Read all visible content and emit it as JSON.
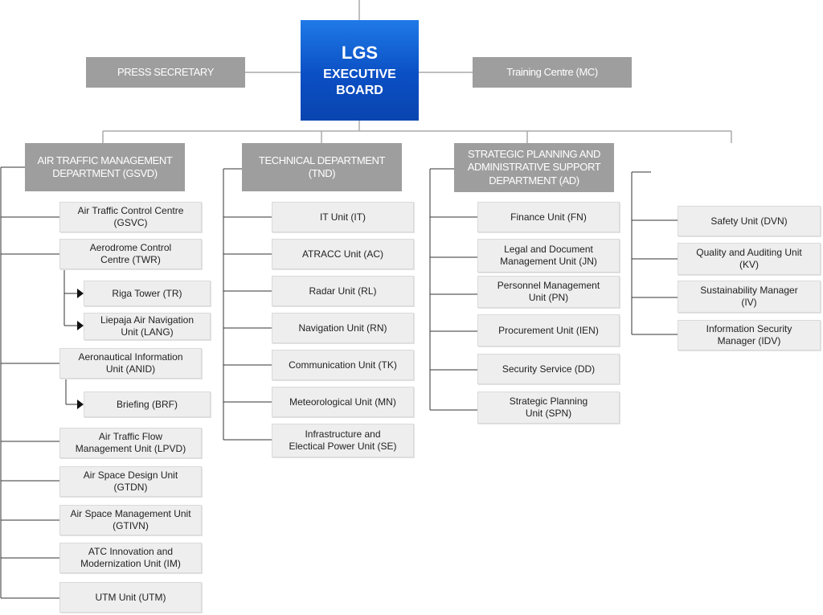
{
  "executive": {
    "line1": "LGS",
    "line2": "EXECUTIVE",
    "line3": "BOARD"
  },
  "press": "PRESS SECRETARY",
  "training": "Training Centre (MC)",
  "departments": {
    "atm": "AIR TRAFFIC MANAGEMENT\nDEPARTMENT (GSVD)",
    "tech": "TECHNICAL DEPARTMENT\n(TND)",
    "strategic": "STRATEGIC PLANNING AND\nADMINISTRATIVE SUPPORT\nDEPARTMENT (AD)"
  },
  "atm_units": {
    "gsvc": "Air Traffic Control Centre\n(GSVC)",
    "twr": "Aerodrome Control\nCentre (TWR)",
    "tr": "Riga Tower (TR)",
    "lang": "Liepaja Air Navigation\nUnit (LANG)",
    "anid": "Aeronautical Information\nUnit (ANID)",
    "brf": "Briefing   (BRF)",
    "lpvd": "Air Traffic Flow\nManagement Unit  (LPVD)",
    "gtdn": "Air Space Design Unit\n(GTDN)",
    "gtivn": "Air Space Management Unit\n(GTIVN)",
    "im": "ATC Innovation and\nModernization Unit (IM)",
    "utm": "UTM Unit (UTM)"
  },
  "tech_units": {
    "it": "IT Unit (IT)",
    "ac": "ATRACC Unit (AC)",
    "rl": "Radar Unit  (RL)",
    "rn": "Navigation Unit (RN)",
    "tk": "Communication Unit (TK)",
    "mn": "Meteorological Unit (MN)",
    "se": "Infrastructure  and\nElectical Power Unit (SE)"
  },
  "ad_units": {
    "fn": "Finance Unit (FN)",
    "jn": "Legal and Document\nManagement Unit (JN)",
    "pn": "Personnel Management\nUnit (PN)",
    "ien": "Procurement Unit (IEN)",
    "dd": "Security Service (DD)",
    "spn": "Strategic Planning\nUnit (SPN)"
  },
  "right_units": {
    "dvn": "Safety Unit (DVN)",
    "kv": "Quality and Auditing  Unit\n(KV)",
    "iv": "Sustainability Manager\n(IV)",
    "idv": "Information Security\nManager (IDV)"
  }
}
